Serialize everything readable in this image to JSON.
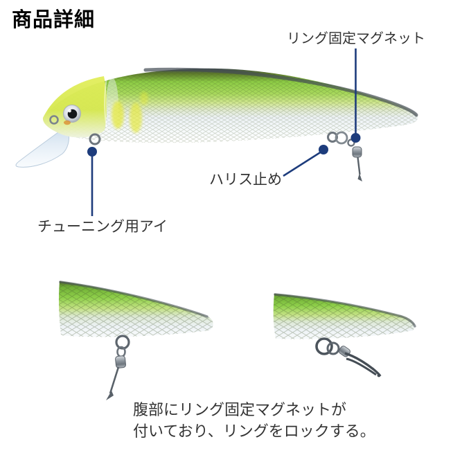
{
  "page": {
    "title": "商品詳細"
  },
  "colors": {
    "page_bg": "#ffffff",
    "annotation": "#1d3c7c",
    "label_text": "#333333",
    "title_text": "#000000",
    "lure_green": "#8ccb44",
    "lure_chartreuse": "#e2ee5c",
    "lure_belly": "#edf2f5",
    "lure_back_dark": "#434c54",
    "hardware_metal": "#6d757d"
  },
  "main_figure": {
    "annotations": [
      {
        "id": "ring-magnet",
        "label": "リング固定マグネット"
      },
      {
        "id": "harisu-dome",
        "label": "ハリス止め"
      },
      {
        "id": "tuning-eye",
        "label": "チューニング用アイ"
      }
    ]
  },
  "caption": {
    "line1": "腹部にリング固定マグネットが",
    "line2": "付いており、リングをロックする。"
  }
}
